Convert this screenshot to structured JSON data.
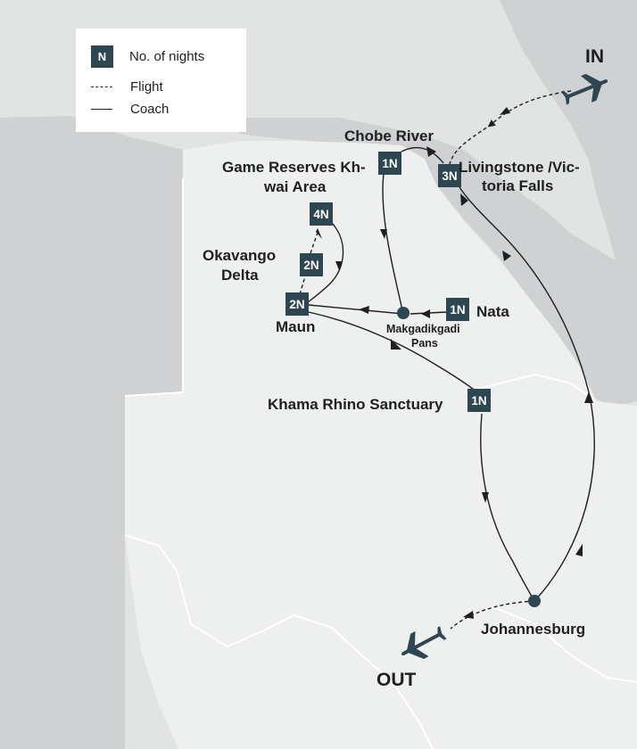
{
  "colors": {
    "water": "#e2e4e4",
    "land_outer": "#cfd1d2",
    "country": "#eeefef",
    "border": "#ffffff",
    "badge": "#2d4650",
    "route": "#1e1f21",
    "plane": "#2d4650"
  },
  "legend": {
    "badge_letter": "N",
    "nights_label": "No. of nights",
    "flight_label": "Flight",
    "coach_label": "Coach"
  },
  "endpoints": {
    "in_label": "IN",
    "out_label": "OUT"
  },
  "places": {
    "chobe": "Chobe River",
    "livingstone_l1": "Livingstone /Vic-",
    "livingstone_l2": "toria Falls",
    "khwai_l1": "Game Reserves Kh-",
    "khwai_l2": "wai Area",
    "okavango_l1": "Okavango",
    "okavango_l2": "Delta",
    "maun": "Maun",
    "nata": "Nata",
    "makgadikgadi_l1": "Makgadikgadi",
    "makgadikgadi_l2": "Pans",
    "khama": "Khama Rhino Sanctuary",
    "johannesburg": "Johannesburg"
  },
  "nights": {
    "chobe": "1N",
    "livingstone": "3N",
    "khwai": "4N",
    "okavango": "2N",
    "maun": "2N",
    "nata": "1N",
    "khama": "1N"
  },
  "icons": {
    "plane_in": "airplane-icon",
    "plane_out": "airplane-icon",
    "stop": "circle-dot-icon"
  }
}
